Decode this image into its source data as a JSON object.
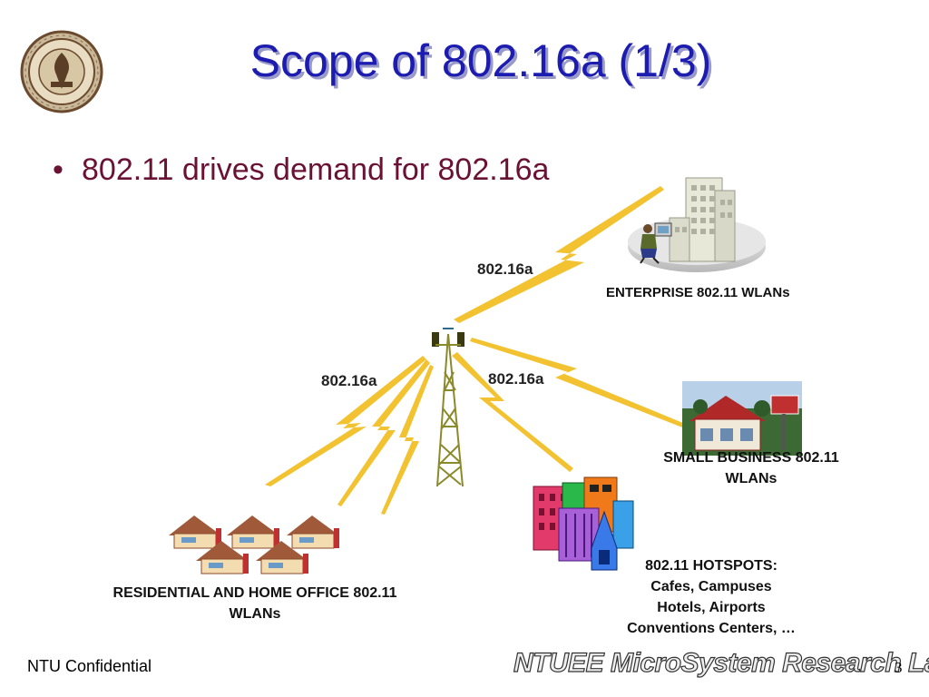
{
  "slide": {
    "title": "Scope of 802.16a (1/3)",
    "bullet": "802.11 drives demand for 802.16a",
    "bullet_marker": "•"
  },
  "links": {
    "enterprise": "802.16a",
    "residential": "802.16a",
    "hotspot": "802.16a"
  },
  "labels": {
    "enterprise": "ENTERPRISE 802.11 WLANs",
    "small_business": [
      "SMALL BUSINESS 802.11",
      "WLANs"
    ],
    "hotspots": [
      "802.11 HOTSPOTS:",
      "Cafes, Campuses",
      "Hotels, Airports",
      "Conventions Centers, …"
    ],
    "residential": [
      "RESIDENTIAL AND HOME OFFICE 802.11",
      "WLANs"
    ]
  },
  "footer": {
    "left": "NTU Confidential",
    "lab": "NTUEE MicroSystem Research Lab.",
    "page": "3"
  },
  "colors": {
    "title": "#1c1cb0",
    "bullet": "#6a1234",
    "lightning": "#f2c230",
    "tower": "#8a8a2a"
  }
}
